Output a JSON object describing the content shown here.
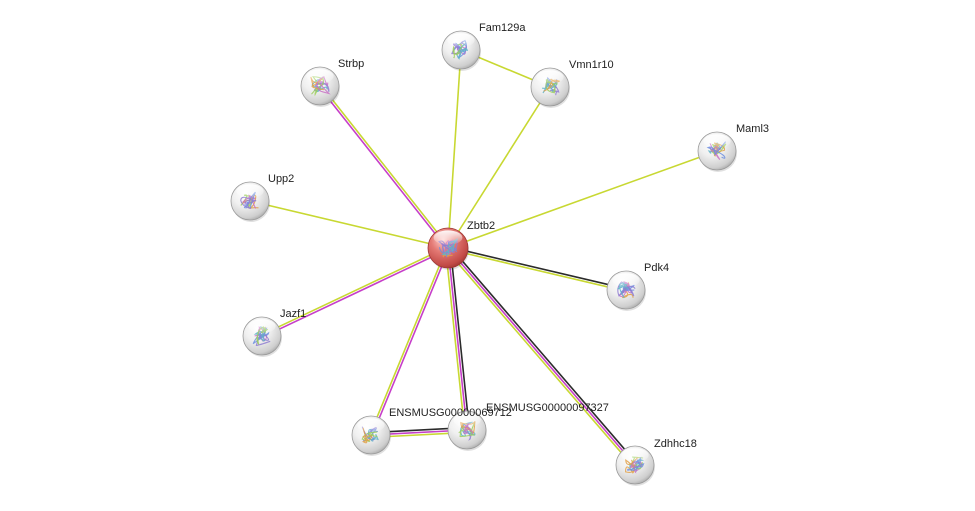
{
  "network": {
    "center": "Zbtb2",
    "colors": {
      "center_fill": "#d9635f",
      "node_fill": "#e4e4e4",
      "textmining": "#c8d832",
      "coexpression": "#2b2b2b",
      "experiments": "#c63fc9",
      "database": "#2fa3c7"
    },
    "nodes": [
      {
        "id": "zbtb2",
        "label": "Zbtb2",
        "center": true,
        "icon": "protein-structure-icon"
      },
      {
        "id": "fam129a",
        "label": "Fam129a",
        "icon": "protein-structure-icon"
      },
      {
        "id": "vmn1r10",
        "label": "Vmn1r10",
        "icon": "protein-structure-icon"
      },
      {
        "id": "strbp",
        "label": "Strbp",
        "icon": "protein-structure-icon"
      },
      {
        "id": "maml3",
        "label": "Maml3",
        "icon": "protein-structure-icon"
      },
      {
        "id": "upp2",
        "label": "Upp2",
        "icon": "protein-structure-icon"
      },
      {
        "id": "pdk4",
        "label": "Pdk4",
        "icon": "protein-structure-icon"
      },
      {
        "id": "jazf1",
        "label": "Jazf1",
        "icon": "protein-structure-icon"
      },
      {
        "id": "ensmusg69712",
        "label": "ENSMUSG00000069712",
        "icon": "protein-structure-icon"
      },
      {
        "id": "ensmusg97327",
        "label": "ENSMUSG00000097327",
        "icon": "protein-structure-icon"
      },
      {
        "id": "zdhhc18",
        "label": "Zdhhc18",
        "icon": "protein-structure-icon"
      }
    ],
    "edges": [
      {
        "from": "zbtb2",
        "to": "fam129a",
        "types": [
          "textmining"
        ]
      },
      {
        "from": "zbtb2",
        "to": "vmn1r10",
        "types": [
          "textmining"
        ]
      },
      {
        "from": "fam129a",
        "to": "vmn1r10",
        "types": [
          "textmining"
        ]
      },
      {
        "from": "zbtb2",
        "to": "strbp",
        "types": [
          "experiments",
          "textmining"
        ]
      },
      {
        "from": "zbtb2",
        "to": "maml3",
        "types": [
          "textmining"
        ]
      },
      {
        "from": "zbtb2",
        "to": "upp2",
        "types": [
          "textmining"
        ]
      },
      {
        "from": "zbtb2",
        "to": "pdk4",
        "types": [
          "coexpression",
          "textmining"
        ]
      },
      {
        "from": "zbtb2",
        "to": "jazf1",
        "types": [
          "experiments",
          "textmining"
        ]
      },
      {
        "from": "zbtb2",
        "to": "ensmusg69712",
        "types": [
          "experiments",
          "textmining"
        ]
      },
      {
        "from": "zbtb2",
        "to": "ensmusg97327",
        "types": [
          "coexpression",
          "experiments",
          "textmining"
        ]
      },
      {
        "from": "zbtb2",
        "to": "zdhhc18",
        "types": [
          "coexpression",
          "experiments",
          "textmining"
        ]
      },
      {
        "from": "ensmusg69712",
        "to": "ensmusg97327",
        "types": [
          "coexpression",
          "experiments",
          "textmining"
        ]
      }
    ]
  }
}
